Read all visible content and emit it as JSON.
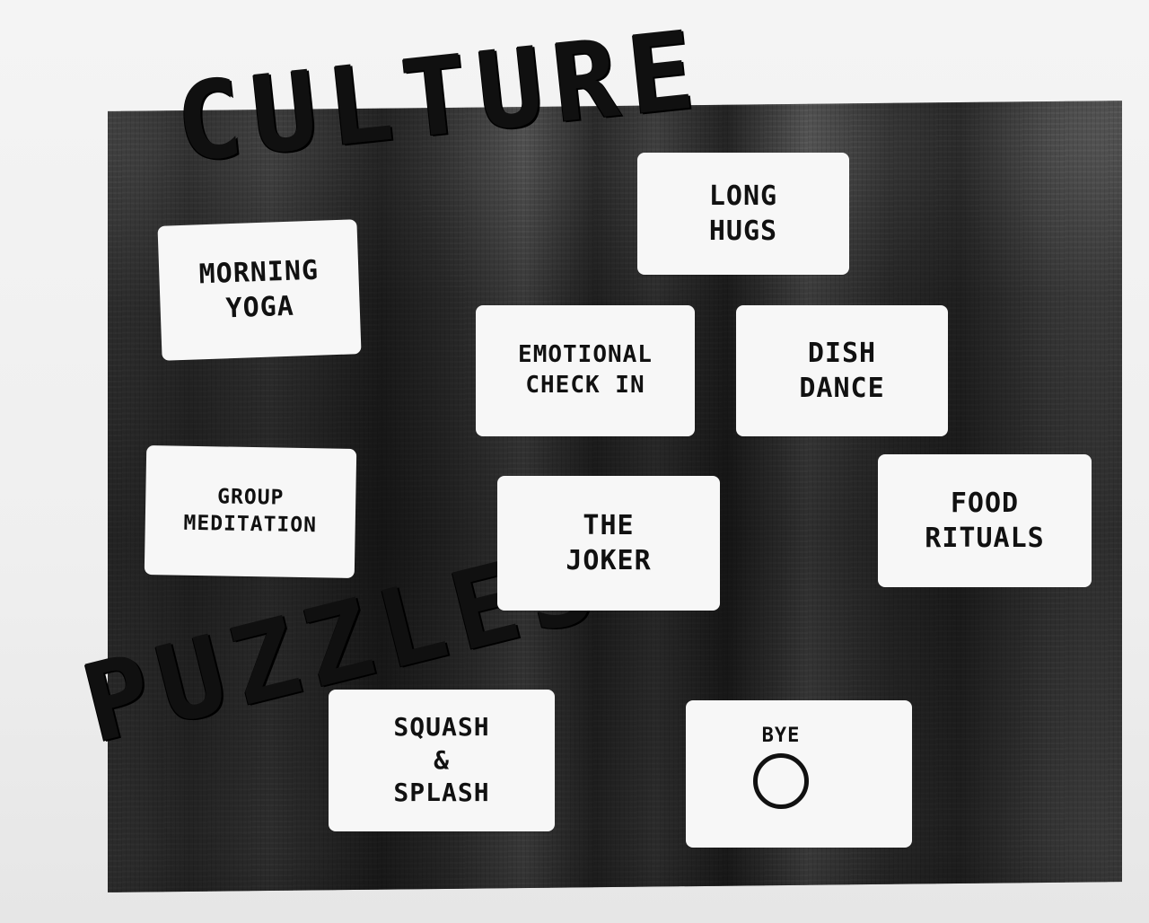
{
  "headings": {
    "culture": "CULTURE",
    "puzzles": "PUZZLES"
  },
  "cards": {
    "long_hugs": [
      "LONG",
      "HUGS"
    ],
    "morning_yoga": [
      "MORNING",
      "YOGA"
    ],
    "emotional_check_in": [
      "EMOTIONAL",
      "CHECK IN"
    ],
    "dish_dance": [
      "DISH",
      "DANCE"
    ],
    "group_meditation": [
      "GROUP",
      "MEDITATION"
    ],
    "the_joker": [
      "THE",
      "JOKER"
    ],
    "food_rituals": [
      "FOOD",
      "RITUALS"
    ],
    "squash_splash": [
      "SQUASH",
      "&",
      "SPLASH"
    ],
    "bye": [
      "BYE"
    ]
  },
  "colors": {
    "ink": "#111111",
    "card": "#f7f7f7",
    "page": "#f0f0f0"
  }
}
